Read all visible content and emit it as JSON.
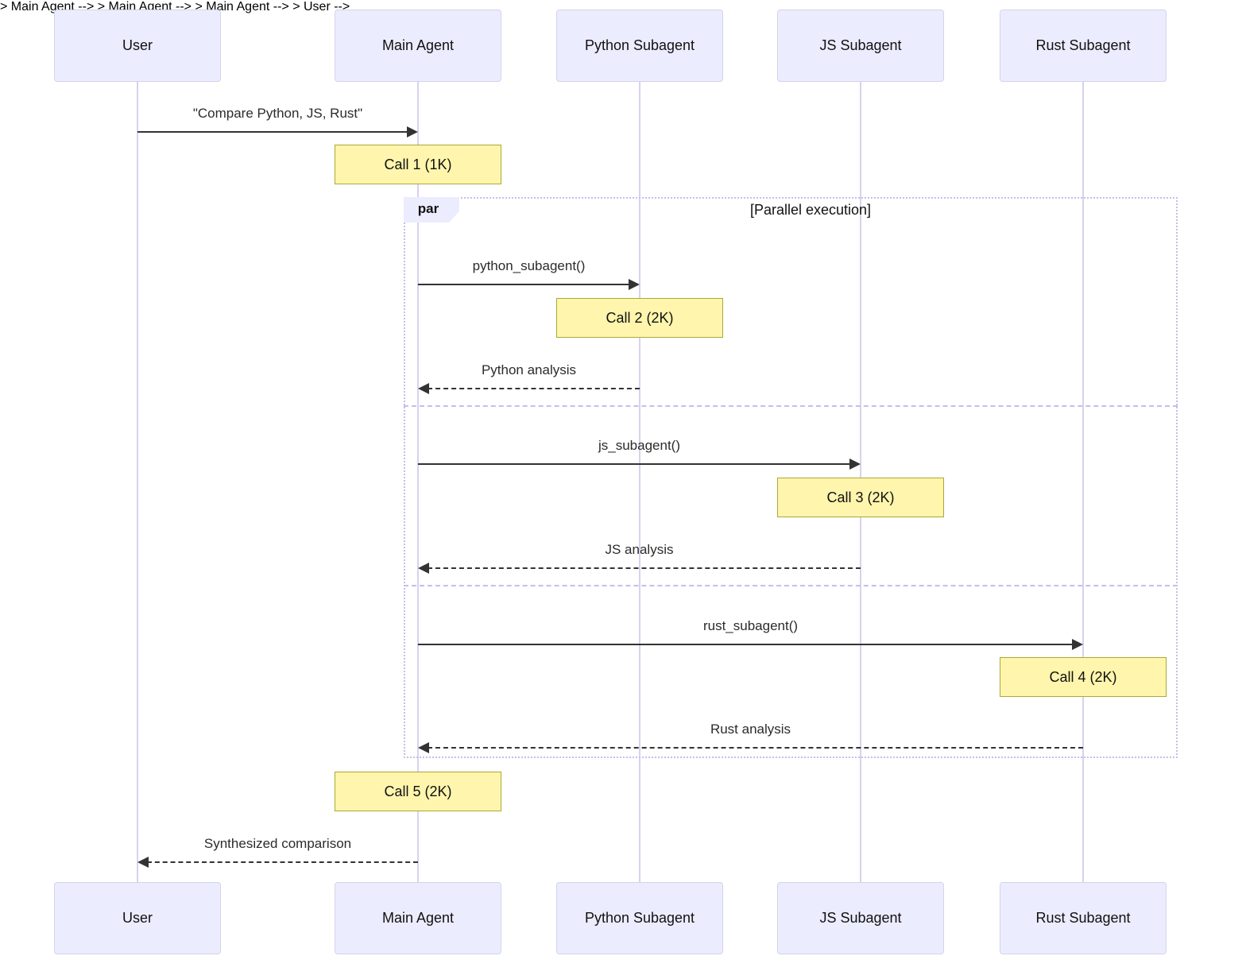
{
  "diagram": {
    "type": "sequence-diagram",
    "participants": [
      {
        "id": "user",
        "label": "User"
      },
      {
        "id": "main-agent",
        "label": "Main Agent"
      },
      {
        "id": "python-subagent",
        "label": "Python Subagent"
      },
      {
        "id": "js-subagent",
        "label": "JS Subagent"
      },
      {
        "id": "rust-subagent",
        "label": "Rust Subagent"
      }
    ],
    "messages": [
      {
        "from": "User",
        "to": "Main Agent",
        "text": "\"Compare Python, JS, Rust\"",
        "style": "solid"
      },
      {
        "from": "Main Agent",
        "to": "Python Subagent",
        "text": "python_subagent()",
        "style": "solid"
      },
      {
        "from": "Python Subagent",
        "to": "Main Agent",
        "text": "Python analysis",
        "style": "dashed"
      },
      {
        "from": "Main Agent",
        "to": "JS Subagent",
        "text": "js_subagent()",
        "style": "solid"
      },
      {
        "from": "JS Subagent",
        "to": "Main Agent",
        "text": "JS analysis",
        "style": "dashed"
      },
      {
        "from": "Main Agent",
        "to": "Rust Subagent",
        "text": "rust_subagent()",
        "style": "solid"
      },
      {
        "from": "Rust Subagent",
        "to": "Main Agent",
        "text": "Rust analysis",
        "style": "dashed"
      },
      {
        "from": "Main Agent",
        "to": "User",
        "text": "Synthesized comparison",
        "style": "dashed"
      }
    ],
    "notes": [
      {
        "over": "Main Agent",
        "text": "Call 1 (1K)"
      },
      {
        "over": "Python Subagent",
        "text": "Call 2 (2K)"
      },
      {
        "over": "JS Subagent",
        "text": "Call 3 (2K)"
      },
      {
        "over": "Rust Subagent",
        "text": "Call 4 (2K)"
      },
      {
        "over": "Main Agent",
        "text": "Call 5 (2K)"
      }
    ],
    "par_block": {
      "label": "par",
      "condition": "[Parallel execution]"
    },
    "colors": {
      "participant_fill": "#ECECFF",
      "participant_border": "#D3D3EC",
      "lifeline": "#D8D2EE",
      "note_fill": "#FFF5AD",
      "note_border": "#AAAA33",
      "par_border": "#C6BEE9",
      "arrow": "#333333"
    }
  }
}
